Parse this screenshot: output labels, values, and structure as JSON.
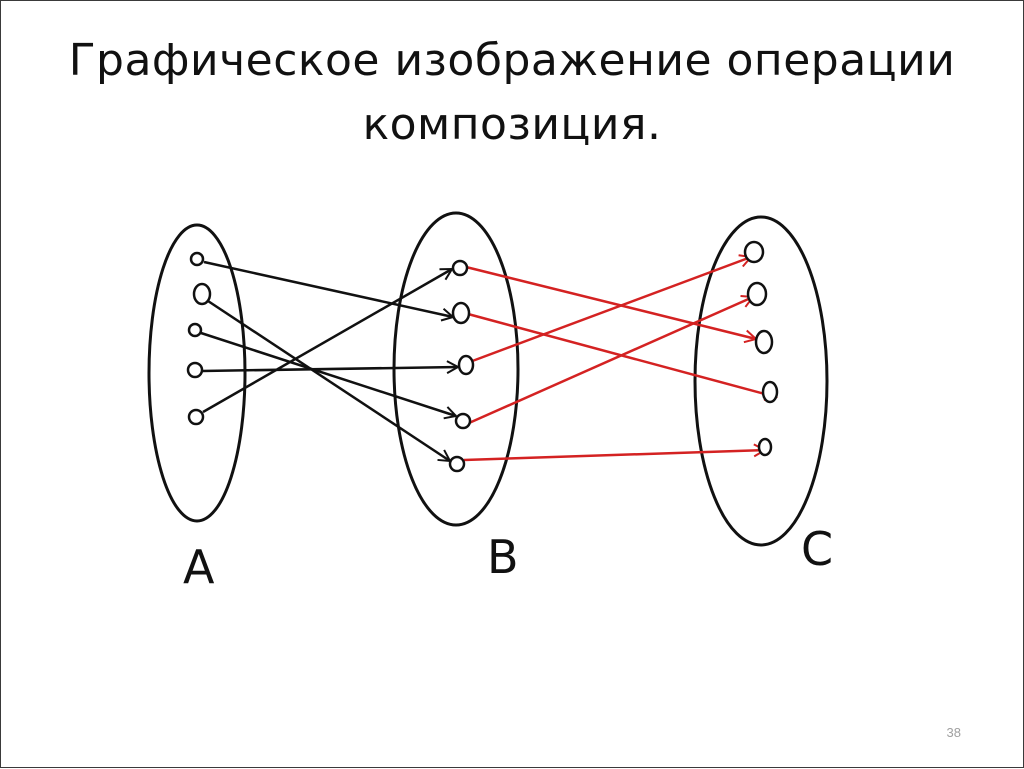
{
  "slide": {
    "title_line1": "Графическое изображение операции",
    "title_line2": "композиция.",
    "page_number": "38"
  },
  "diagram": {
    "sets": [
      {
        "id": "A",
        "label": "A",
        "element_count": 5
      },
      {
        "id": "B",
        "label": "B",
        "element_count": 5
      },
      {
        "id": "C",
        "label": "C",
        "element_count": 5
      }
    ],
    "relation_AB": [
      [
        1,
        2
      ],
      [
        2,
        5
      ],
      [
        3,
        4
      ],
      [
        4,
        3
      ],
      [
        5,
        1
      ]
    ],
    "relation_BC": [
      [
        1,
        3
      ],
      [
        2,
        4
      ],
      [
        3,
        1
      ],
      [
        4,
        2
      ],
      [
        5,
        5
      ]
    ],
    "colors": {
      "outline": "#111111",
      "relation_AB": "#111111",
      "relation_BC": "#d42222"
    }
  }
}
